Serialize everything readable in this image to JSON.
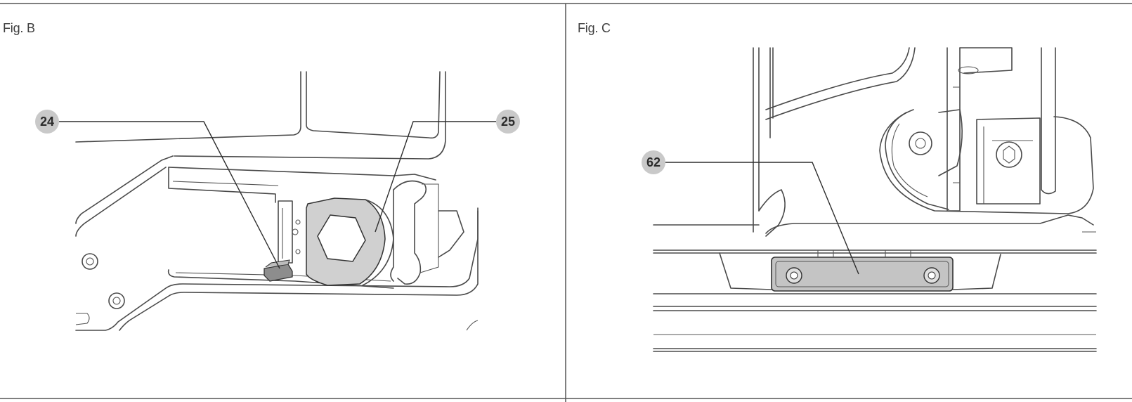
{
  "figures": [
    {
      "label": "Fig. B",
      "callouts": [
        "24",
        "25"
      ]
    },
    {
      "label": "Fig. C",
      "callouts": [
        "62"
      ]
    }
  ],
  "colors": {
    "callout_fill": "#c9c9c9",
    "line": "#4a4a4a",
    "plate_fill": "#c4c4c4"
  }
}
